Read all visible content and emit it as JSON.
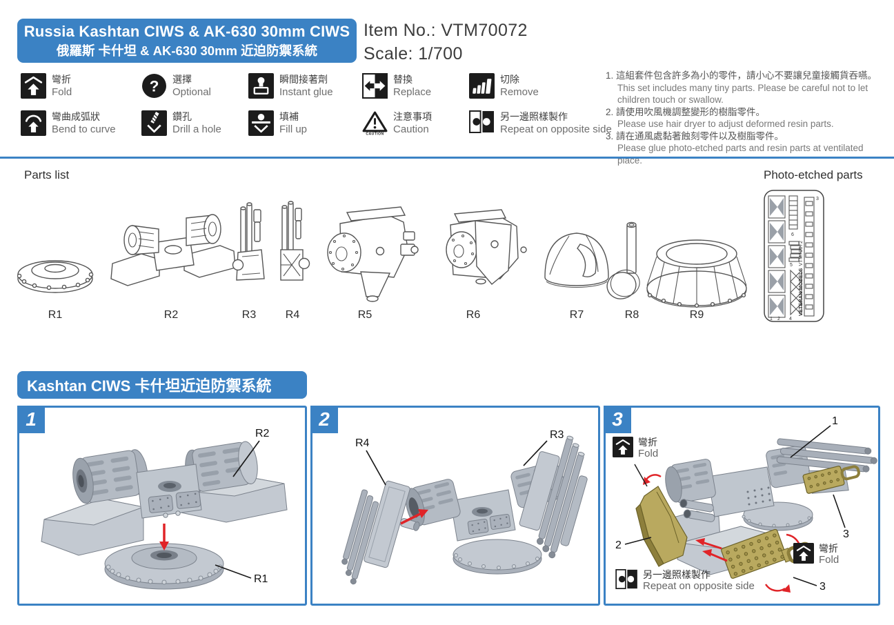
{
  "header": {
    "title_line1": "Russia Kashtan CIWS & AK-630 30mm CIWS",
    "title_line2": "俄羅斯 卡什坦 & AK-630 30mm 近迫防禦系統",
    "item_no": "Item No.: VTM70072",
    "scale": "Scale: 1/700"
  },
  "colors": {
    "accent_blue": "#3b82c4",
    "arrow_red": "#e02428",
    "brass": "#b9a95f"
  },
  "legend": {
    "optional_glyph": "?",
    "caution_text": "CAUTION",
    "items": [
      {
        "icon": "fold-icon",
        "zh": "彎折",
        "en": "Fold"
      },
      {
        "icon": "optional-icon",
        "zh": "選擇",
        "en": "Optional"
      },
      {
        "icon": "instant-glue-icon",
        "zh": "瞬間接著劑",
        "en": "Instant glue"
      },
      {
        "icon": "replace-icon",
        "zh": "替換",
        "en": "Replace"
      },
      {
        "icon": "remove-icon",
        "zh": "切除",
        "en": "Remove"
      },
      {
        "icon": "bend-to-curve-icon",
        "zh": "彎曲成弧狀",
        "en": "Bend to curve"
      },
      {
        "icon": "drill-icon",
        "zh": "鑽孔",
        "en": "Drill a hole"
      },
      {
        "icon": "fill-up-icon",
        "zh": "填補",
        "en": "Fill up"
      },
      {
        "icon": "caution-icon",
        "zh": "注意事項",
        "en": "Caution"
      },
      {
        "icon": "repeat-icon",
        "zh": "另一邊照樣製作",
        "en": "Repeat on opposite side"
      }
    ]
  },
  "notes": [
    {
      "num": "1.",
      "zh": "這組套件包含許多為小的零件，請小心不要讓兒童接觸貨吞嚥。",
      "en": "This set includes many tiny parts. Please be careful not to let children touch or swallow."
    },
    {
      "num": "2.",
      "zh": "請使用吹風機調整變形的樹脂零件。",
      "en": "Please use hair dryer to adjust deformed resin parts."
    },
    {
      "num": "3.",
      "zh": "請在通風處黏著蝕刻零件以及樹脂零件。",
      "en": "Please glue photo-etched parts and resin parts at ventilated place."
    }
  ],
  "parts": {
    "title": "Parts list",
    "pe_title": "Photo-etched parts",
    "labels": [
      "R1",
      "R2",
      "R3",
      "R4",
      "R5",
      "R6",
      "R7",
      "R8",
      "R9"
    ],
    "pe_numbers": [
      "1",
      "2",
      "3",
      "4",
      "5",
      "6"
    ],
    "pe_brand": "VETERAN MODELS",
    "pe_code": "VTM70072"
  },
  "section_title": "Kashtan CIWS 卡什坦近迫防禦系統",
  "steps": [
    {
      "num": "1",
      "label_r2": "R2",
      "label_r1": "R1"
    },
    {
      "num": "2",
      "label_r4": "R4",
      "label_r3": "R3"
    },
    {
      "num": "3",
      "label_1": "1",
      "label_2": "2",
      "label_3a": "3",
      "label_3b": "3",
      "fold_zh": "彎折",
      "fold_en": "Fold",
      "repeat_zh": "另一邊照樣製作",
      "repeat_en": "Repeat on opposite side"
    }
  ]
}
